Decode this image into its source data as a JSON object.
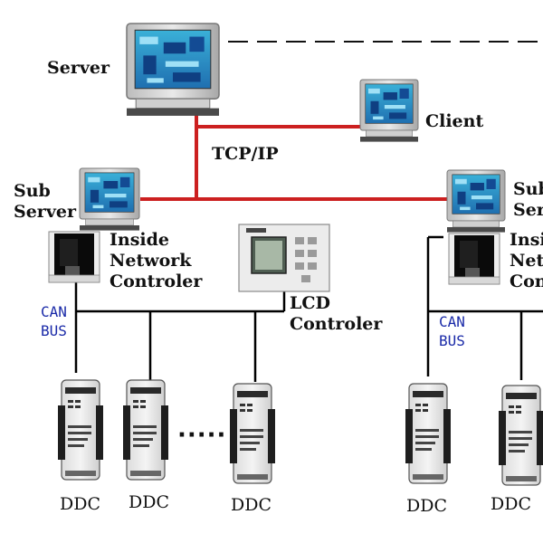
{
  "labels": {
    "server": "Server",
    "client": "Client",
    "tcpip": "TCP/IP",
    "sub_server_left_1": "Sub",
    "sub_server_left_2": "Server",
    "sub_server_right_1": "Sub",
    "sub_server_right_2": "Server",
    "inside_network_left": [
      "Inside",
      "Network",
      "Controler"
    ],
    "inside_network_right": [
      "Inside",
      "Network",
      "Controler"
    ],
    "lcd_controler": [
      "LCD",
      "Controler"
    ],
    "can_bus_left": [
      "CAN",
      "BUS"
    ],
    "can_bus_right": [
      "CAN",
      "BUS"
    ],
    "ddc": "DDC",
    "ellipsis": "·····"
  },
  "colors": {
    "tcp_line": "#cc2020",
    "bus_line": "#000000",
    "can_text": "#1a2aa8"
  },
  "icons": {
    "server": "monitor-icon",
    "client": "monitor-icon",
    "sub_server": "monitor-icon",
    "network_controller": "network-controller-icon",
    "lcd_controller": "lcd-panel-icon",
    "ddc": "ddc-module-icon"
  }
}
